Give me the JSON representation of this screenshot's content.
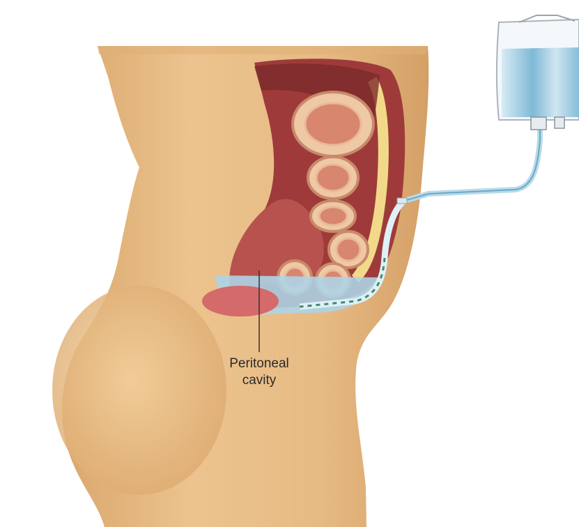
{
  "label": {
    "line1": "Peritoneal",
    "line2": "cavity"
  },
  "colors": {
    "skin": "#e9bd86",
    "skin_shadow": "#d7a66d",
    "muscle": "#a8403e",
    "fat": "#f2d98a",
    "dialysate": "#aed3e6",
    "bag_fluid": "#8fc3dd",
    "tube": "#b9dbe9"
  },
  "icons": [
    "dialysate-bag",
    "catheter-tube",
    "intestine-loops",
    "abdomen-cross-section"
  ]
}
